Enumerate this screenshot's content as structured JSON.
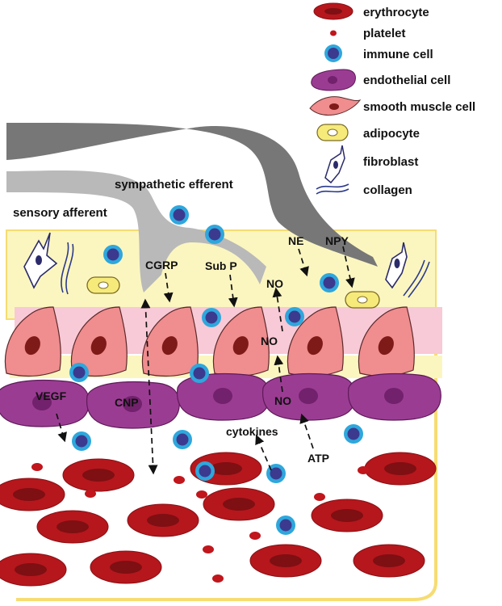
{
  "colors": {
    "erythrocyte": "#b5171d",
    "erythrocyte_dark": "#7e0f12",
    "platelet": "#c0161c",
    "immune_outer": "#2ea7dc",
    "immune_inner": "#3b3a8f",
    "endothelial": "#9b3c93",
    "endothelial_dark": "#72216c",
    "smooth_muscle": "#f08d8f",
    "smooth_muscle_dark": "#c0504e",
    "adipocyte": "#f6ea7a",
    "adventitia": "#fbf6c0",
    "muscle_band": "#f8c9d6",
    "vessel_border": "#f6dc72",
    "sympathetic": "#777777",
    "sensory": "#b9b9b9",
    "fibroblast": "#2b2b6b",
    "collagen": "#2c3a8c"
  },
  "legend": {
    "erythrocyte": "erythrocyte",
    "platelet": "platelet",
    "immune_cell": "immune cell",
    "endothelial_cell": "endothelial cell",
    "smooth_muscle_cell": "smooth muscle cell",
    "adipocyte": "adipocyte",
    "fibroblast": "fibroblast",
    "collagen": "collagen"
  },
  "nerves": {
    "sympathetic": "sympathetic efferent",
    "sensory": "sensory afferent"
  },
  "mediators": {
    "cgrp": "CGRP",
    "sub_p": "Sub P",
    "ne": "NE",
    "npy": "NPY",
    "no_1": "NO",
    "no_2": "NO",
    "no_3": "NO",
    "vegf": "VEGF",
    "cnp": "CNP",
    "cytokines": "cytokines",
    "atp": "ATP"
  }
}
